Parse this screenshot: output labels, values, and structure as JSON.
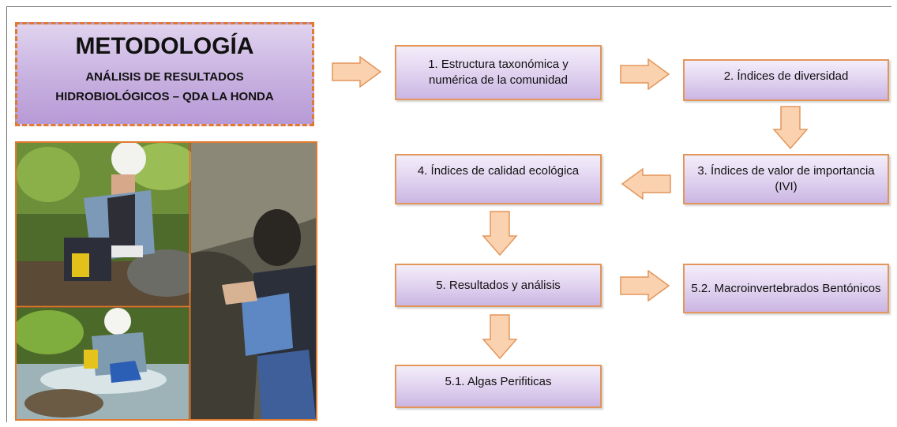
{
  "title": {
    "main": "METODOLOGÍA",
    "line1": "ANÁLISIS DE RESULTADOS",
    "line2": "HIDROBIOLÓGICOS – QDA LA HONDA"
  },
  "nodes": {
    "n1": "1. Estructura taxonómica y numérica de la comunidad",
    "n2": "2. Índices de diversidad",
    "n3": "3. Índices de valor de importancia (IVI)",
    "n4": "4. Índices de calidad ecológica",
    "n5": "5. Resultados y análisis",
    "n51": "5.1. Algas Perifiticas",
    "n52": "5.2. Macroinvertebrados Bentónicos"
  },
  "colors": {
    "accent": "#e07a2e",
    "arrow_fill": "#fbd2b0",
    "box_fill": "#d9c8ec"
  }
}
